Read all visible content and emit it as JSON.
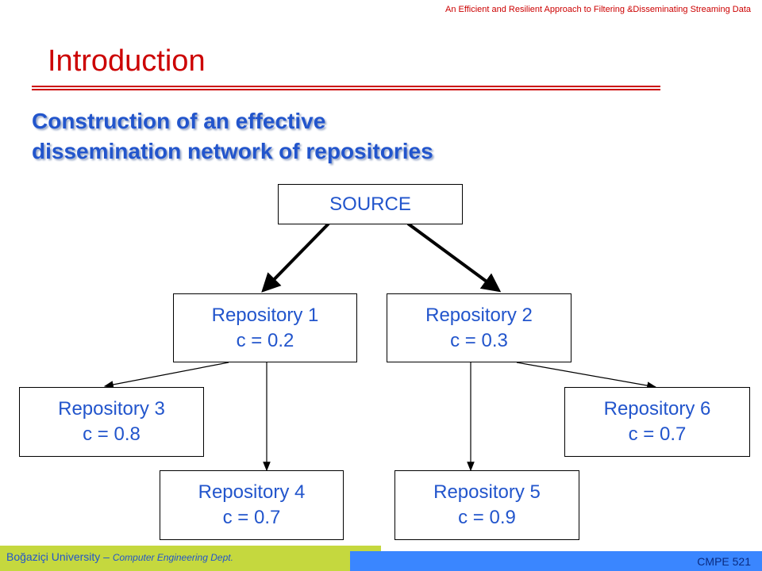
{
  "header": {
    "note": "An Efficient and Resilient Approach to Filtering &Disseminating Streaming Data"
  },
  "slide": {
    "title": "Introduction",
    "subtitle_line1": "Construction of an effective",
    "subtitle_line2": "dissemination network of repositories"
  },
  "diagram": {
    "nodes": [
      {
        "id": "source",
        "label": "SOURCE"
      },
      {
        "id": "repo1",
        "label": "Repository 1",
        "coherency": "c = 0.2"
      },
      {
        "id": "repo2",
        "label": "Repository 2",
        "coherency": "c = 0.3"
      },
      {
        "id": "repo3",
        "label": "Repository 3",
        "coherency": "c = 0.8"
      },
      {
        "id": "repo4",
        "label": "Repository 4",
        "coherency": "c = 0.7"
      },
      {
        "id": "repo5",
        "label": "Repository 5",
        "coherency": "c = 0.9"
      },
      {
        "id": "repo6",
        "label": "Repository 6",
        "coherency": "c = 0.7"
      }
    ],
    "edges": [
      {
        "from": "source",
        "to": "repo1",
        "style": "thick"
      },
      {
        "from": "source",
        "to": "repo2",
        "style": "thick"
      },
      {
        "from": "repo1",
        "to": "repo3",
        "style": "thin"
      },
      {
        "from": "repo1",
        "to": "repo4",
        "style": "thin"
      },
      {
        "from": "repo2",
        "to": "repo5",
        "style": "thin"
      },
      {
        "from": "repo2",
        "to": "repo6",
        "style": "thin"
      }
    ]
  },
  "footer": {
    "university": "Boğaziçi University –",
    "department": "Computer Engineering Dept.",
    "course": "CMPE 521"
  },
  "colors": {
    "title": "#cc0000",
    "text_blue": "#2255cc",
    "footer_green": "#c5d83e",
    "footer_blue": "#3a86ff"
  }
}
